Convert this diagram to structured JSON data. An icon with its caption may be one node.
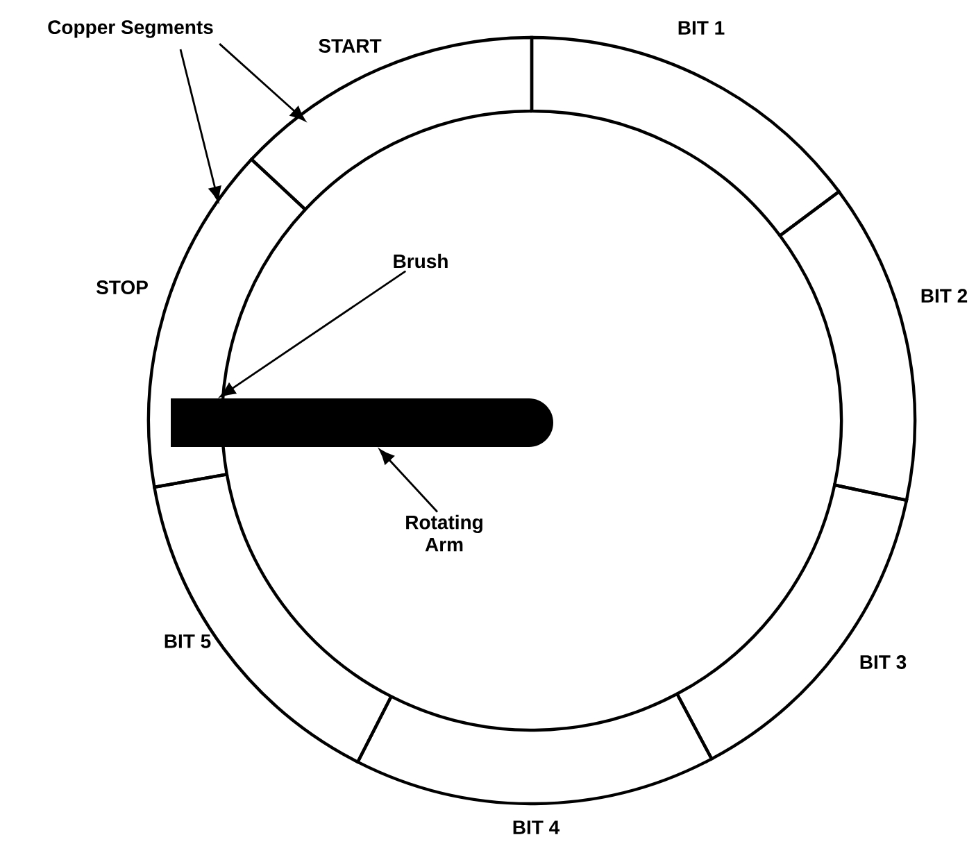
{
  "diagram": {
    "nodes": [
      {
        "text": [
          "Copper Segments"
        ]
      },
      {
        "text": [
          "START"
        ]
      },
      {
        "text": [
          "BIT 1"
        ]
      },
      {
        "text": [
          "Brush"
        ]
      },
      {
        "text": [
          "STOP"
        ]
      },
      {
        "text": [
          "BIT 2"
        ]
      },
      {
        "text": [],
        "shape": "bar"
      },
      {
        "text": [
          "Rotating Arm"
        ]
      },
      {
        "text": [
          "BIT 5"
        ]
      },
      {
        "text": [
          "BIT 3"
        ]
      },
      {
        "text": [
          "BIT 4"
        ]
      }
    ],
    "edges": [
      {
        "from": 0,
        "to": 1,
        "arrow": "to"
      },
      {
        "from": 0,
        "to": 4,
        "arrow": "to"
      },
      {
        "from": 3,
        "to": 6,
        "arrow": "to"
      },
      {
        "from": 7,
        "to": 6,
        "arrow": "to"
      }
    ]
  }
}
